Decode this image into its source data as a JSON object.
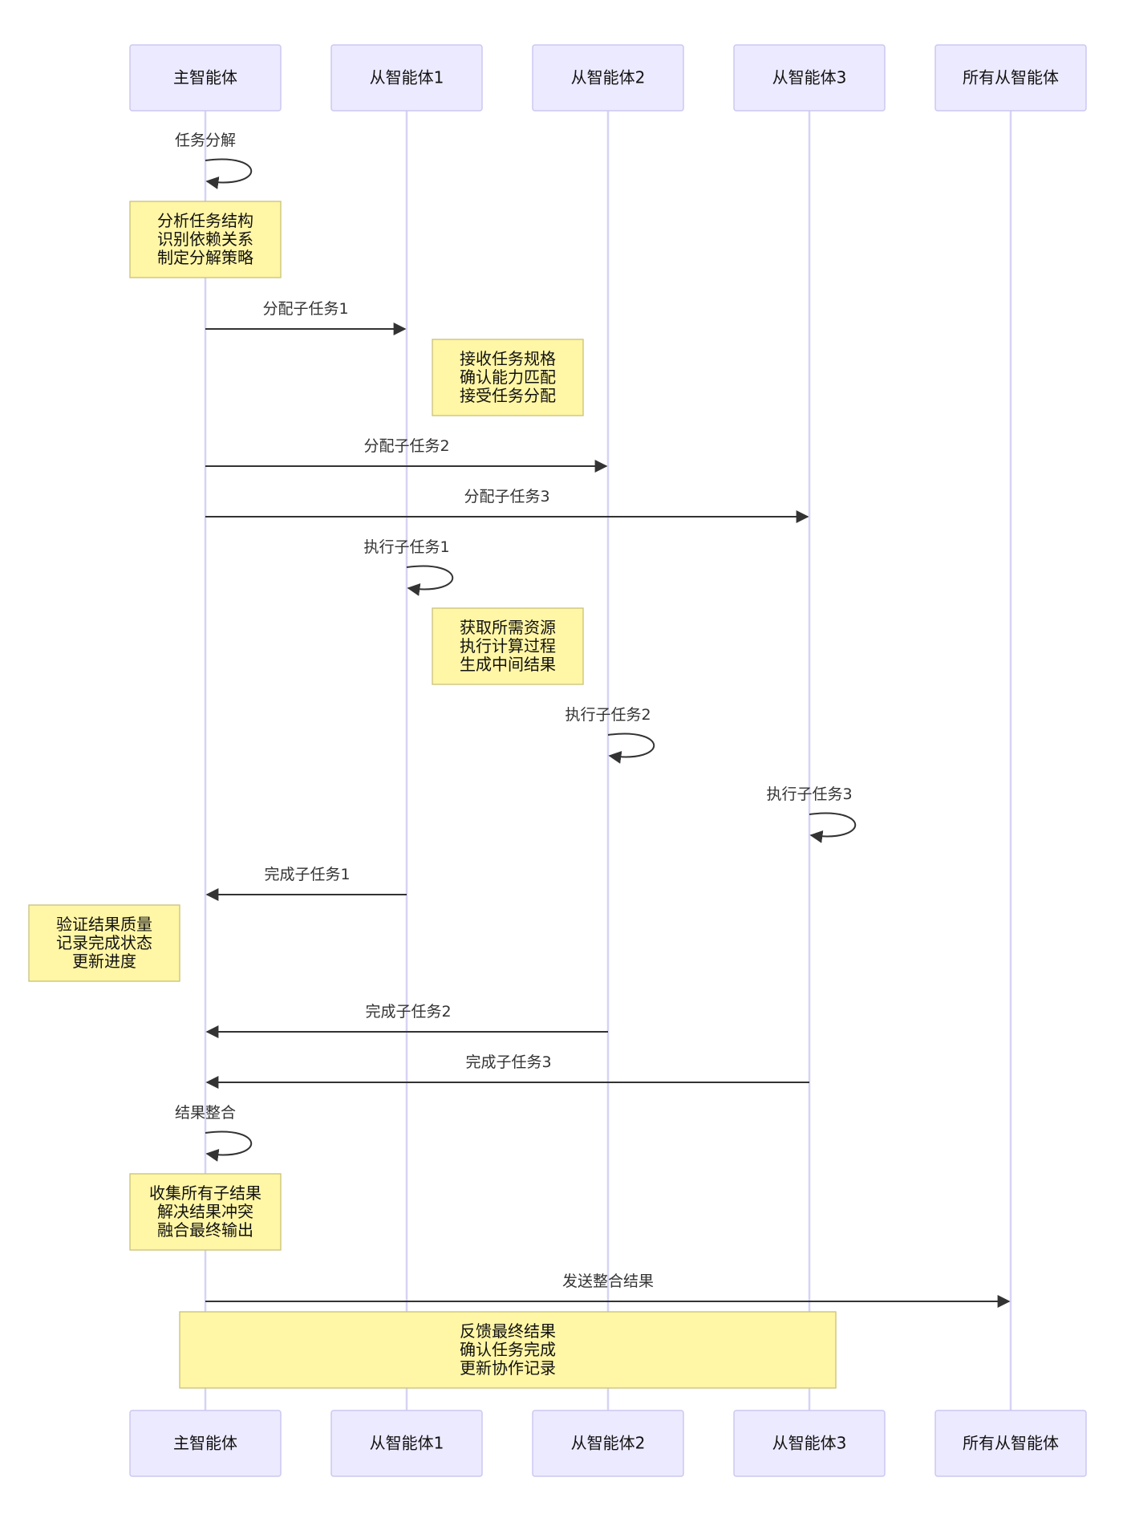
{
  "actors": [
    {
      "id": "main",
      "label": "主智能体"
    },
    {
      "id": "s1",
      "label": "从智能体1"
    },
    {
      "id": "s2",
      "label": "从智能体2"
    },
    {
      "id": "s3",
      "label": "从智能体3"
    },
    {
      "id": "all",
      "label": "所有从智能体"
    }
  ],
  "messages": [
    {
      "from": "main",
      "to": "main",
      "label": "任务分解"
    },
    {
      "from": "main",
      "to": "s1",
      "label": "分配子任务1"
    },
    {
      "from": "main",
      "to": "s2",
      "label": "分配子任务2"
    },
    {
      "from": "main",
      "to": "s3",
      "label": "分配子任务3"
    },
    {
      "from": "s1",
      "to": "s1",
      "label": "执行子任务1"
    },
    {
      "from": "s2",
      "to": "s2",
      "label": "执行子任务2"
    },
    {
      "from": "s3",
      "to": "s3",
      "label": "执行子任务3"
    },
    {
      "from": "s1",
      "to": "main",
      "label": "完成子任务1"
    },
    {
      "from": "s2",
      "to": "main",
      "label": "完成子任务2"
    },
    {
      "from": "s3",
      "to": "main",
      "label": "完成子任务3"
    },
    {
      "from": "main",
      "to": "main",
      "label": "结果整合"
    },
    {
      "from": "main",
      "to": "all",
      "label": "发送整合结果"
    }
  ],
  "notes": [
    {
      "lines": [
        "分析任务结构",
        "识别依赖关系",
        "制定分解策略"
      ]
    },
    {
      "lines": [
        "接收任务规格",
        "确认能力匹配",
        "接受任务分配"
      ]
    },
    {
      "lines": [
        "获取所需资源",
        "执行计算过程",
        "生成中间结果"
      ]
    },
    {
      "lines": [
        "验证结果质量",
        "记录完成状态",
        "更新进度"
      ]
    },
    {
      "lines": [
        "收集所有子结果",
        "解决结果冲突",
        "融合最终输出"
      ]
    },
    {
      "lines": [
        "反馈最终结果",
        "确认任务完成",
        "更新协作记录"
      ]
    }
  ]
}
